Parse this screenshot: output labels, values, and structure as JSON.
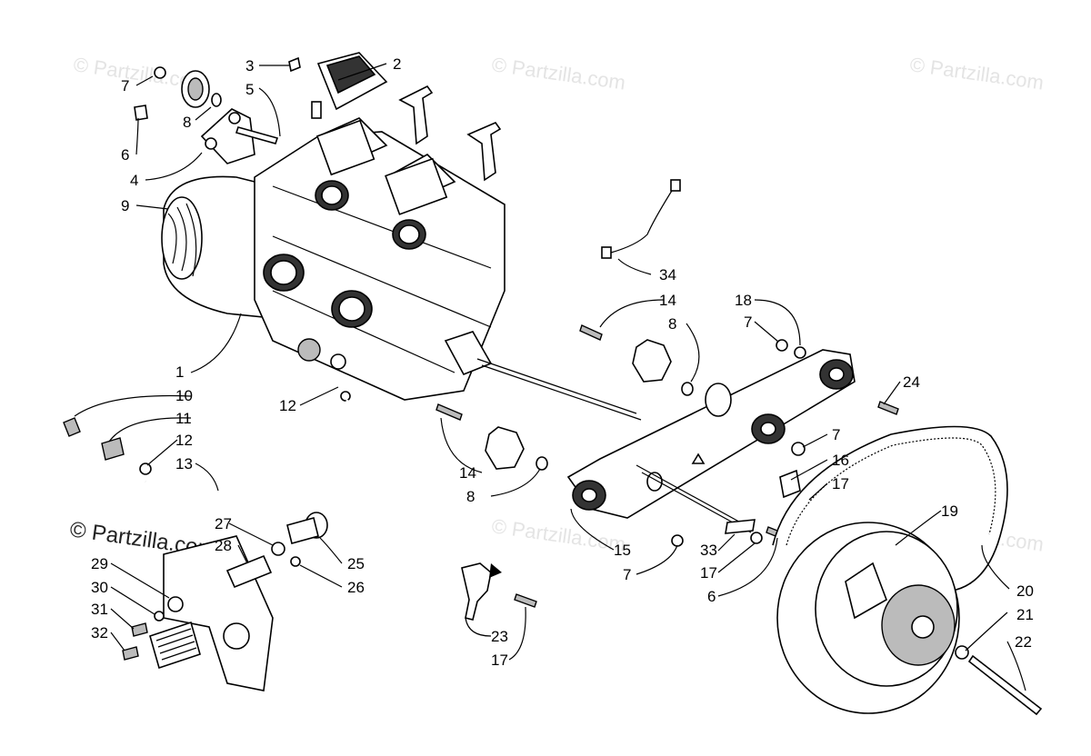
{
  "diagram": {
    "watermark_text": "© Partzilla.com",
    "callouts": [
      "1",
      "2",
      "3",
      "4",
      "5",
      "6",
      "7",
      "8",
      "9",
      "10",
      "11",
      "12",
      "13",
      "14",
      "15",
      "16",
      "17",
      "18",
      "19",
      "20",
      "21",
      "22",
      "23",
      "24",
      "25",
      "26",
      "27",
      "28",
      "29",
      "30",
      "31",
      "32",
      "33",
      "34"
    ]
  }
}
